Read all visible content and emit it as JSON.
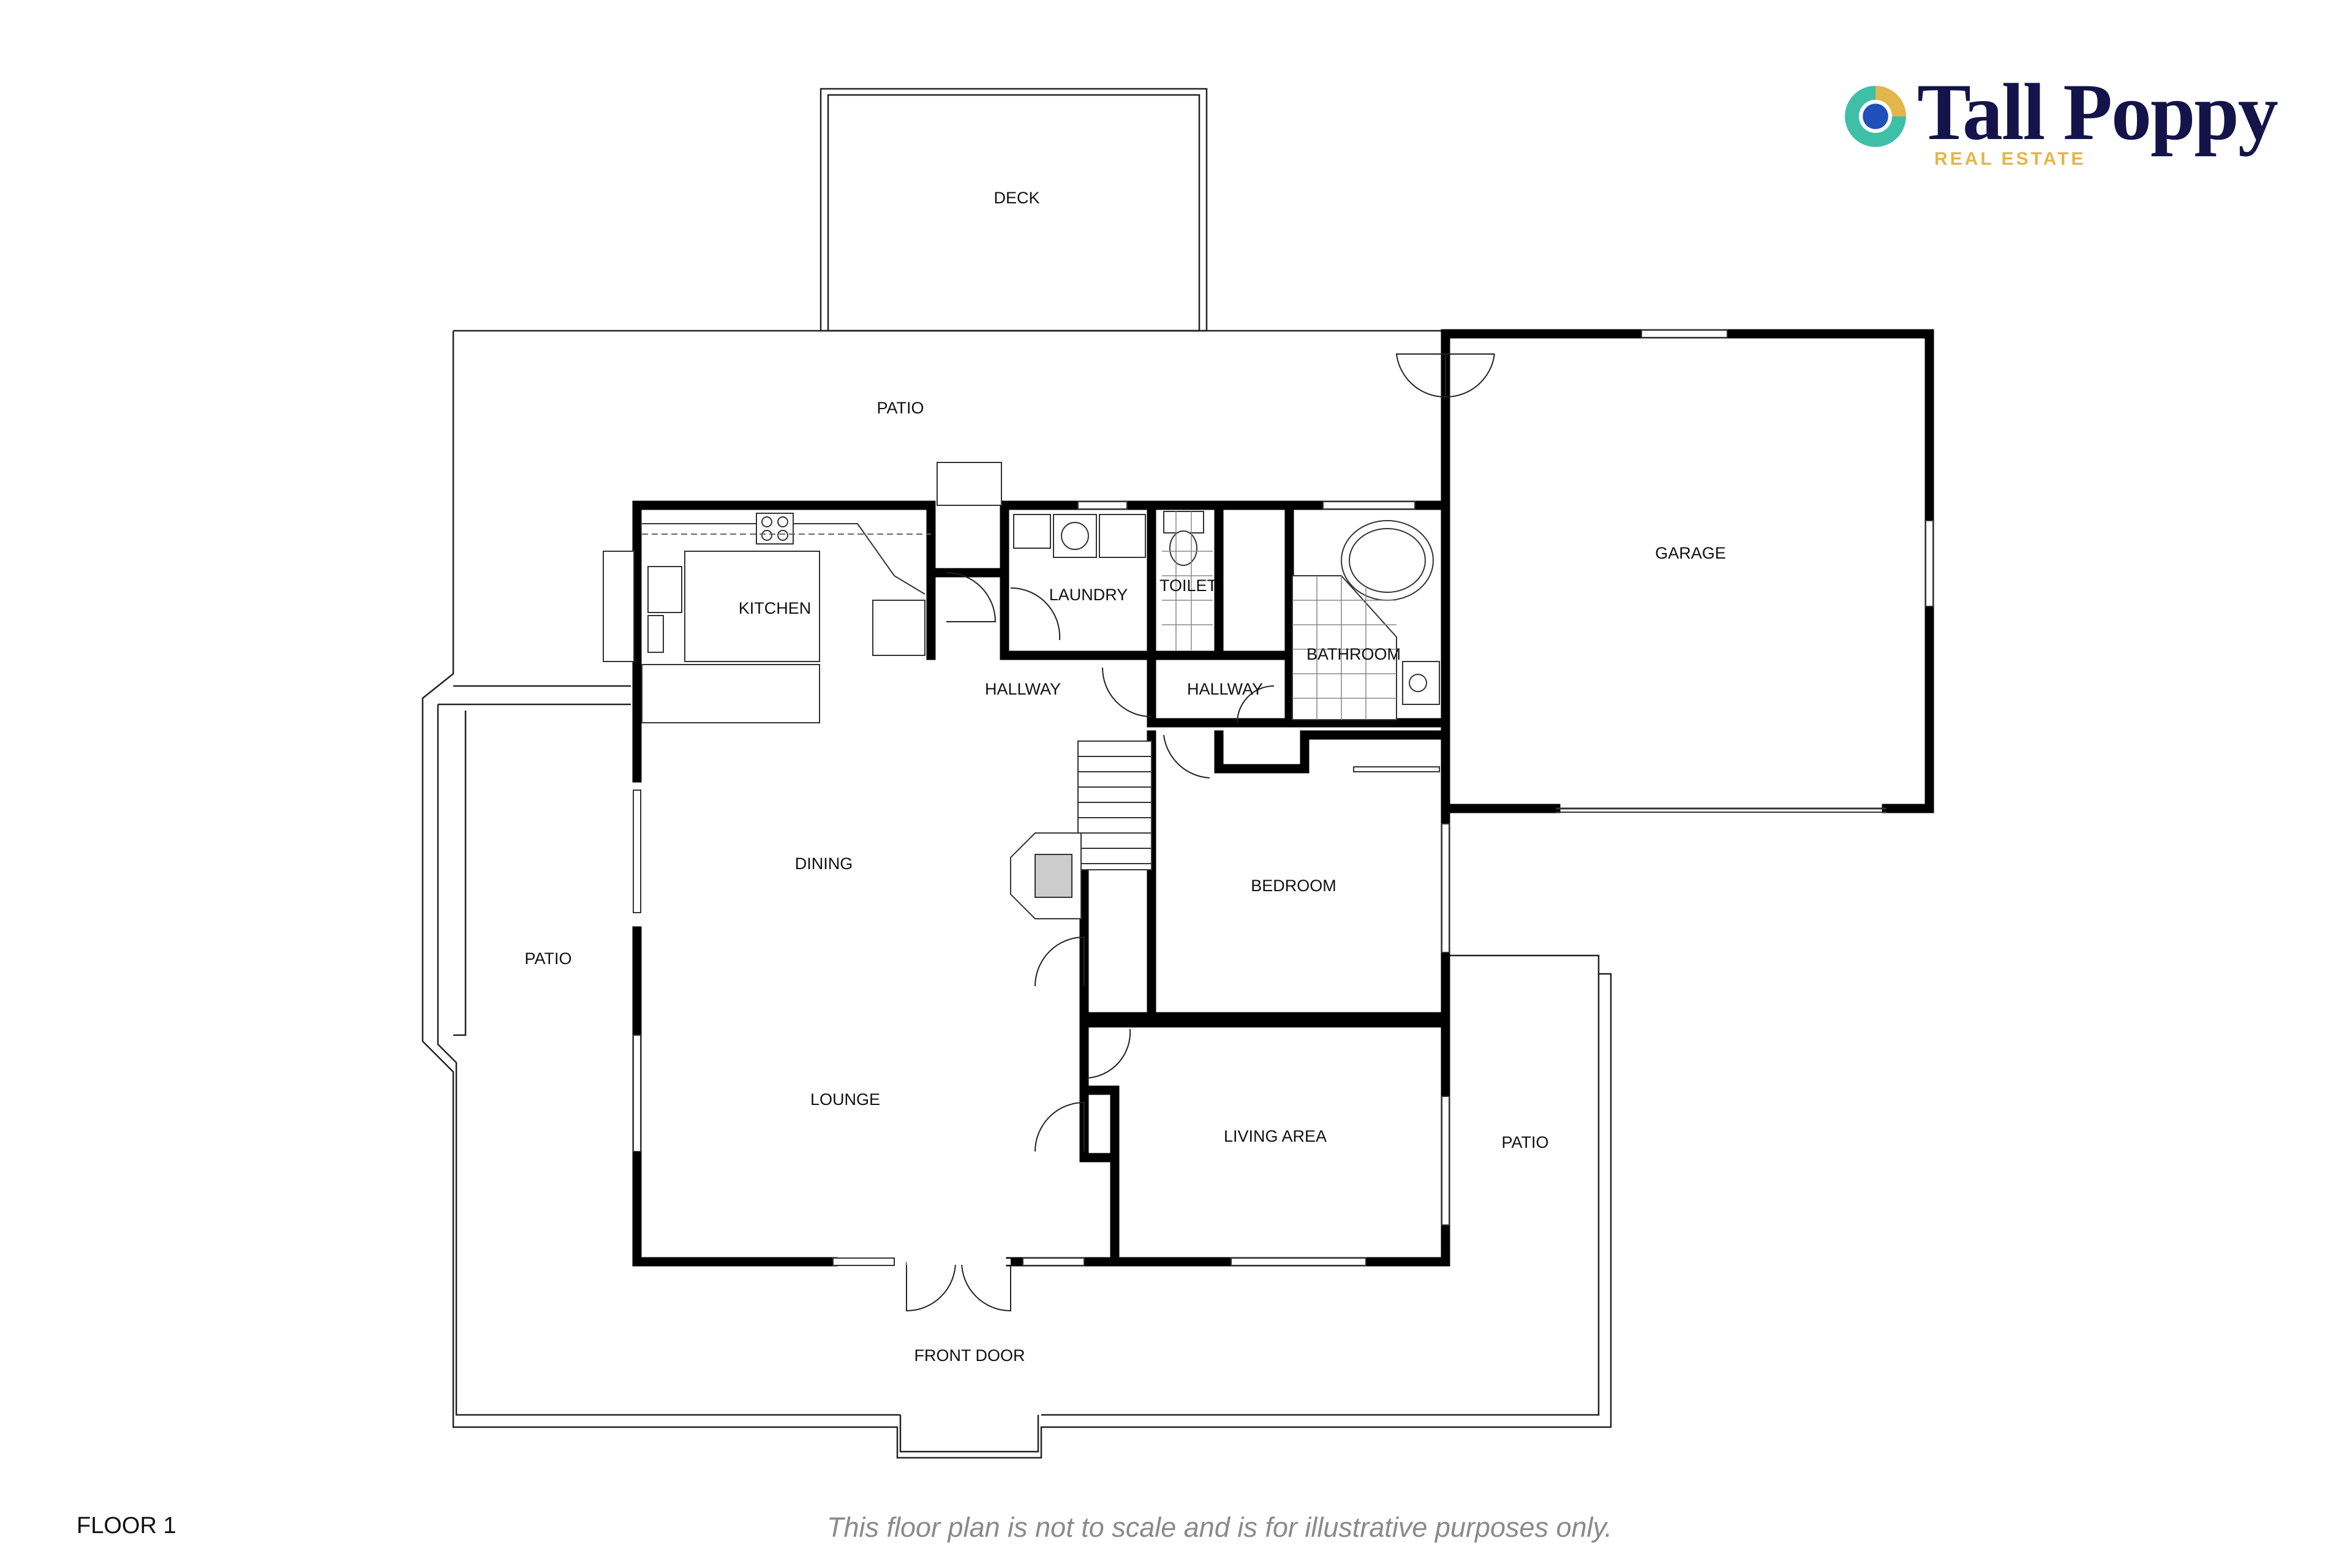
{
  "brand": {
    "name": "Tall Poppy",
    "tagline": "REAL ESTATE",
    "colors": {
      "navy": "#14144a",
      "gold": "#e2b64a",
      "teal": "#3fbfa8",
      "blue": "#1f4fb8"
    }
  },
  "floor_label": "FLOOR 1",
  "disclaimer": "This floor plan is not to scale and is for illustrative purposes only.",
  "rooms": {
    "deck": "DECK",
    "patio_top": "PATIO",
    "garage": "GARAGE",
    "kitchen": "KITCHEN",
    "laundry": "LAUNDRY",
    "toilet": "TOILET",
    "bathroom": "BATHROOM",
    "hallway_main": "HALLWAY",
    "hallway_small": "HALLWAY",
    "dining": "DINING",
    "bedroom": "BEDROOM",
    "patio_left": "PATIO",
    "lounge": "LOUNGE",
    "living_area": "LIVING AREA",
    "patio_right": "PATIO",
    "front_door": "FRONT DOOR"
  }
}
